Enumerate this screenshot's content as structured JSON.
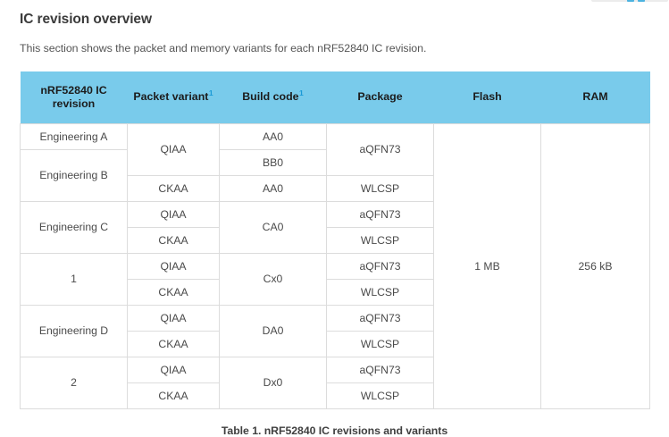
{
  "top_widget": {
    "icon_a": "copy-icon",
    "icon_b": "link-icon"
  },
  "section": {
    "title": "IC revision overview",
    "intro": "This section shows the packet and memory variants for each nRF52840 IC revision."
  },
  "table": {
    "columns": [
      {
        "label": "nRF52840 IC revision",
        "footnote": ""
      },
      {
        "label": "Packet variant",
        "footnote": "1"
      },
      {
        "label": "Build code",
        "footnote": "1"
      },
      {
        "label": "Package",
        "footnote": ""
      },
      {
        "label": "Flash",
        "footnote": ""
      },
      {
        "label": "RAM",
        "footnote": ""
      }
    ],
    "rows": [
      {
        "revision": "Engineering A",
        "revision_span": 1,
        "packet": "QIAA",
        "packet_span": 2,
        "build": "AA0",
        "build_span": 1,
        "package": "aQFN73",
        "package_span": 2,
        "flash": "1 MB",
        "flash_span": 11,
        "ram": "256 kB",
        "ram_span": 11
      },
      {
        "revision": "Engineering B",
        "revision_span": 2,
        "build": "BB0",
        "build_span": 1
      },
      {
        "packet": "CKAA",
        "packet_span": 1,
        "build": "AA0",
        "build_span": 1,
        "package": "WLCSP",
        "package_span": 1
      },
      {
        "revision": "Engineering C",
        "revision_span": 2,
        "packet": "QIAA",
        "packet_span": 1,
        "build": "CA0",
        "build_span": 2,
        "package": "aQFN73",
        "package_span": 1
      },
      {
        "packet": "CKAA",
        "packet_span": 1,
        "package": "WLCSP",
        "package_span": 1
      },
      {
        "revision": "1",
        "revision_span": 2,
        "packet": "QIAA",
        "packet_span": 1,
        "build": "Cx0",
        "build_span": 2,
        "package": "aQFN73",
        "package_span": 1
      },
      {
        "packet": "CKAA",
        "packet_span": 1,
        "package": "WLCSP",
        "package_span": 1
      },
      {
        "revision": "Engineering D",
        "revision_span": 2,
        "packet": "QIAA",
        "packet_span": 1,
        "build": "DA0",
        "build_span": 2,
        "package": "aQFN73",
        "package_span": 1
      },
      {
        "packet": "CKAA",
        "packet_span": 1,
        "package": "WLCSP",
        "package_span": 1
      },
      {
        "revision": "2",
        "revision_span": 2,
        "packet": "QIAA",
        "packet_span": 1,
        "build": "Dx0",
        "build_span": 2,
        "package": "aQFN73",
        "package_span": 1
      },
      {
        "packet": "CKAA",
        "packet_span": 1,
        "package": "WLCSP",
        "package_span": 1
      }
    ],
    "caption": "Table 1. nRF52840 IC revisions and variants"
  },
  "colors": {
    "header_bg": "#79cbeb",
    "footnote_link": "#1a9ad7",
    "border": "#dcdcdc",
    "body_text": "#4a4a4a"
  }
}
